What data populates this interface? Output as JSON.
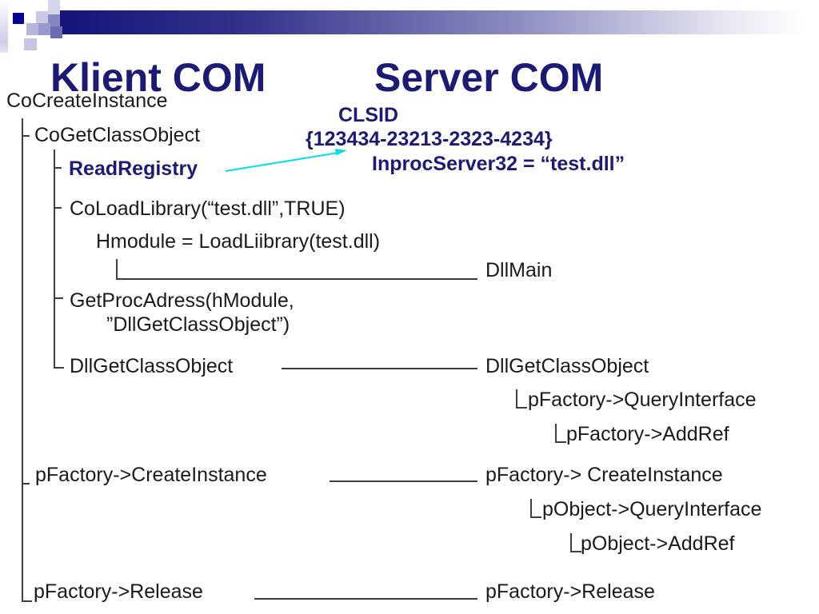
{
  "titles": {
    "client": "Klient COM",
    "server": "Server COM"
  },
  "client": {
    "cocreateinstance": "CoCreateInstance",
    "cogetclassobject": "CoGetClassObject",
    "readregistry": "ReadRegistry",
    "coloadlibrary": "CoLoadLibrary(“test.dll”,TRUE)",
    "hmodule": "Hmodule = LoadLiibrary(test.dll)",
    "getprocadress_line1": "GetProcAdress(hModule,",
    "getprocadress_line2": "”DllGetClassObject”)",
    "dllgetclassobject": "DllGetClassObject",
    "pfactory_createinstance": "pFactory->CreateInstance",
    "pfactory_release": "pFactory->Release"
  },
  "registry": {
    "clsid_label": "CLSID",
    "clsid_value": "{123434-23213-2323-4234}",
    "inprocserver": "InprocServer32 = “test.dll”"
  },
  "server": {
    "dllmain": "DllMain",
    "dllgetclassobject": "DllGetClassObject",
    "pfactory_queryinterface": "pFactory->QueryInterface",
    "pfactory_addref": "pFactory->AddRef",
    "pfactory_createinstance": "pFactory-> CreateInstance",
    "pobject_queryinterface": "pObject->QueryInterface",
    "pobject_addref": "pObject->AddRef",
    "pfactory_release": "pFactory->Release"
  },
  "colors": {
    "navy": "#1b1b75",
    "text": "#1a1a1a",
    "line": "#3f3f3f",
    "arrow": "#00dfe8",
    "bar_dark": "#14147a"
  }
}
